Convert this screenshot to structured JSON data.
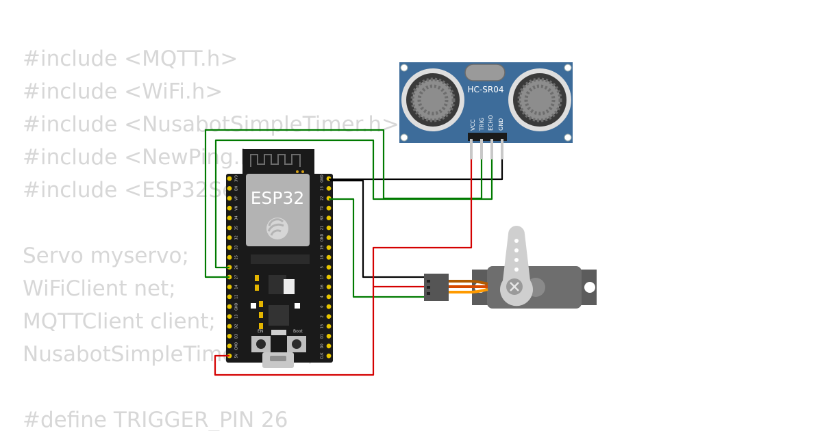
{
  "code_background": {
    "lines": [
      "#include <MQTT.h>",
      "#include <WiFi.h>",
      "#include <NusabotSimpleTimer.h>",
      "#include <NewPing.h>",
      "#include <ESP32Servo.h>",
      "",
      "Servo myservo;",
      "WiFiClient net;",
      "MQTTClient client;",
      "NusabotSimpleTimer timer;",
      "",
      "#define TRIGGER_PIN 26"
    ]
  },
  "esp32": {
    "chip_label": "ESP32",
    "en_label": "EN",
    "boot_label": "Boot",
    "left_pins": [
      "3V3",
      "EN",
      "VP",
      "VN",
      "34",
      "35",
      "32",
      "33",
      "25",
      "26",
      "27",
      "14",
      "12",
      "GND",
      "13",
      "D2",
      "D3",
      "CMD",
      "5V"
    ],
    "right_pins": [
      "GND",
      "23",
      "22",
      "TX",
      "RX",
      "21",
      "GND",
      "19",
      "18",
      "5",
      "17",
      "16",
      "4",
      "0",
      "2",
      "15",
      "D1",
      "D0",
      "CLK"
    ]
  },
  "hcsr04": {
    "label": "HC-SR04",
    "pins": [
      "VCC",
      "TRIG",
      "ECHO",
      "GND"
    ]
  },
  "colors": {
    "wire_red": "#d40000",
    "wire_green": "#007a00",
    "wire_black": "#000000",
    "board": "#1a1a1a",
    "sensor_pcb": "#3d6c9a",
    "servo_body": "#6e6e6e"
  }
}
